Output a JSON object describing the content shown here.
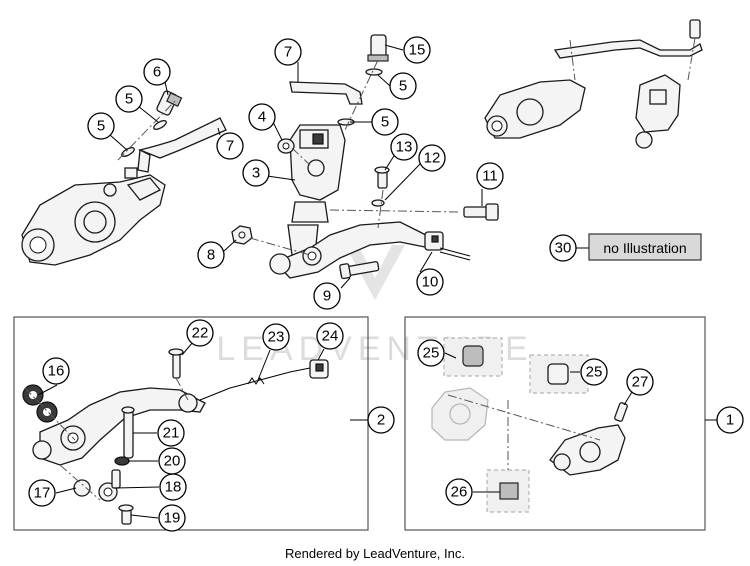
{
  "watermark": "LEADVENTURE",
  "footer": "Rendered by LeadVenture, Inc.",
  "no_illustration": {
    "number": "30",
    "label": "no Illustration"
  },
  "callouts": [
    "1",
    "2",
    "3",
    "4",
    "5",
    "5",
    "5",
    "5",
    "6",
    "7",
    "7",
    "8",
    "9",
    "10",
    "11",
    "12",
    "13",
    "15",
    "16",
    "17",
    "18",
    "19",
    "20",
    "21",
    "22",
    "23",
    "24",
    "25",
    "25",
    "26",
    "27"
  ]
}
